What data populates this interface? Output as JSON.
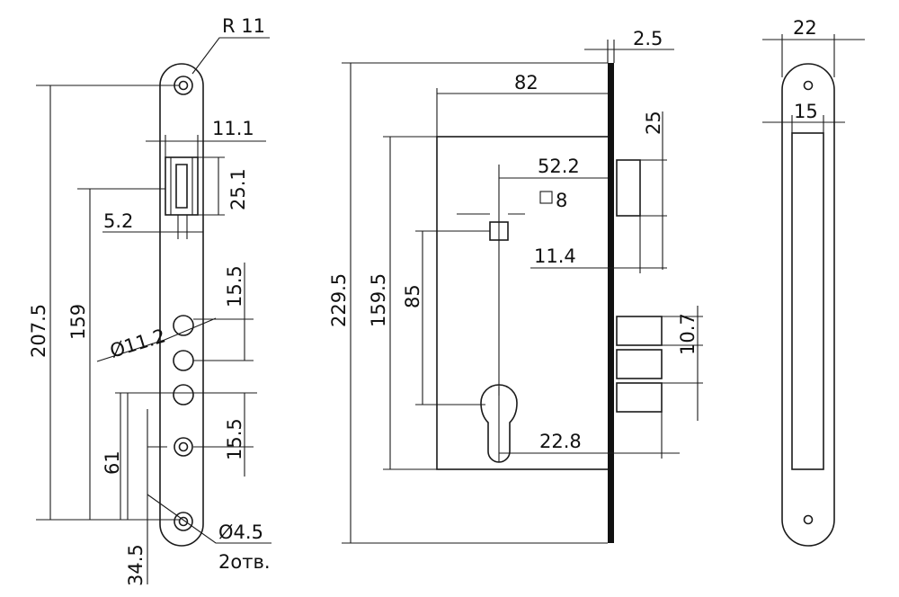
{
  "colors": {
    "line": "#1a1a1a",
    "background": "#ffffff"
  },
  "left_view": {
    "radius": "R 11",
    "cutout_width": "11.1",
    "cutout_height": "25.1",
    "offset": "5.2",
    "total_height": "207.5",
    "inner_height": "159",
    "hole_diameter": "Ø11.2",
    "spacing_top": "15.5",
    "spacing_bottom": "15.5",
    "lower_distance": "61",
    "bottom_distance": "34.5",
    "screw_diameter": "Ø4.5",
    "screw_count": "2отв."
  },
  "middle_view": {
    "faceplate_thickness": "2.5",
    "body_depth": "82",
    "latch_height": "25",
    "backset_spindle": "52.2",
    "spindle_square": "8",
    "latch_offset": "11.4",
    "total_height": "229.5",
    "body_height": "159.5",
    "center_distance": "85",
    "bolt_height": "10.7",
    "cylinder_offset": "22.8"
  },
  "right_view": {
    "outer_width": "22",
    "inner_width": "15"
  }
}
